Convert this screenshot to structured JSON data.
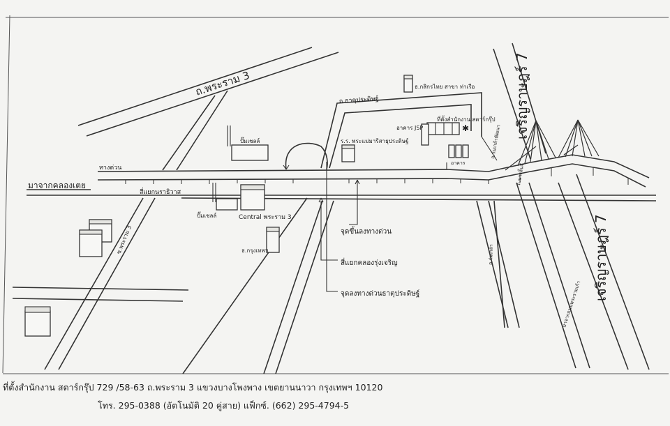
{
  "map": {
    "labels": {
      "rama3_road": "ถ.พระราม 3",
      "expressway": "ทางด่วน",
      "from_khlong_toei": "มาจากคลองเตย",
      "narathiwat_junction": "สี่แยกนราธิวาส",
      "thanu_road": "ถ.ธาตุประดิษฐ์",
      "kasikorn_bank": "ธ.กสิกรไทย สาขา ท่าเรือ",
      "office_location": "ที่ตั้งสำนักงาน สตาร์กรุ๊ป",
      "jsp_building": "อาคาร JSP",
      "school": "ร.ร. พระแม่มารีสาธุประดิษฐ์",
      "gas_station_top": "ปั๊มเชลล์",
      "gas_station_bottom": "ปั๊มเชลล์",
      "central": "Central พระราม 3.",
      "krungthep_bank": "ธ.กรุงเทพฯ",
      "expressway_onramp": "จุดขึ้นลงทางด่วน",
      "khlong_junction": "สี่แยกคลองรุ่งเจริญ",
      "expressway_offramp": "จุดลงทางด่วนธาตุประดิษฐ์",
      "rama3_bridge_top": "เจริญราษฎร์ 7",
      "rama3_bridge_bottom": "เจริญราษฎร์ 7",
      "side_road_left": "ถ.นางลิ้นจี่",
      "side_road_mid": "ถ.ร่มเกล้า",
      "side_road_right": "ถ.ร่มเกล้าพัฒนา",
      "small_road": "ซ.พระราม 3",
      "road_to_ring": "มาจากถนนพระรามเก้า",
      "bldg_small": "อาคาร"
    }
  },
  "footer": {
    "address": "ที่ตั้งสำนักงาน สตาร์กรุ๊ป 729 /58-63 ถ.พระราม 3 แขวงบางโพงพาง เขตยานนาวา กรุงเทพฯ 10120",
    "phone": "โทร. 295-0388 (อัตโนมัติ 20 คู่สาย) แฟ็กซ์. (662) 295-4794-5"
  }
}
